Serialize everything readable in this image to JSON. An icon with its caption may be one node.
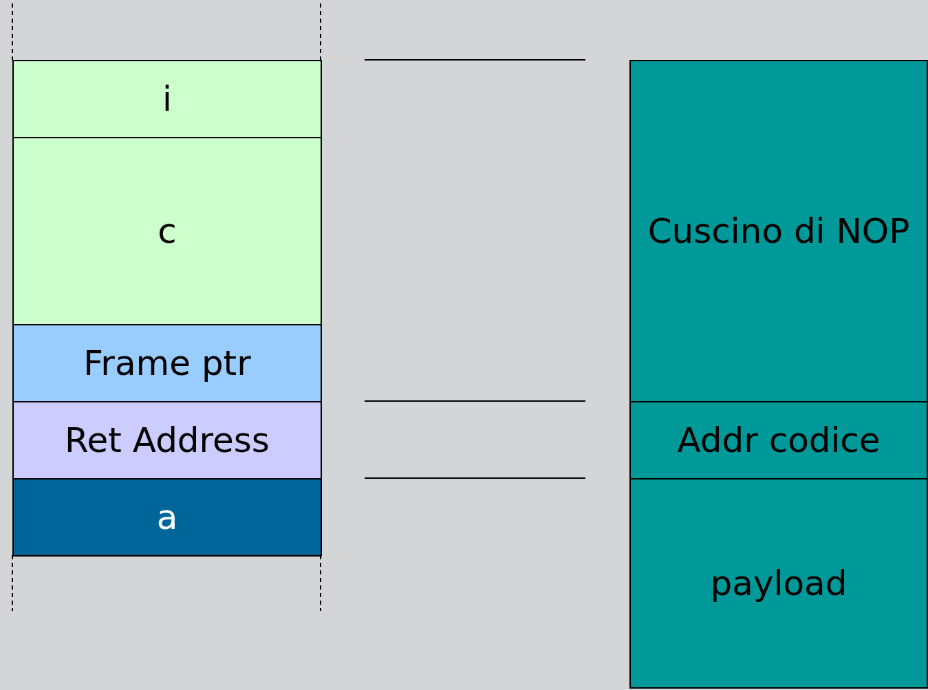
{
  "diagram": {
    "nodes": [
      {
        "text": [
          "i"
        ]
      },
      {
        "text": [
          "c"
        ]
      },
      {
        "text": [
          "Frame ptr"
        ]
      },
      {
        "text": [
          "Ret Address"
        ]
      },
      {
        "text": [
          "a"
        ]
      },
      {
        "text": [
          "Cuscino di NOP"
        ]
      },
      {
        "text": [
          "Addr codice"
        ]
      },
      {
        "text": [
          "payload"
        ]
      }
    ]
  }
}
